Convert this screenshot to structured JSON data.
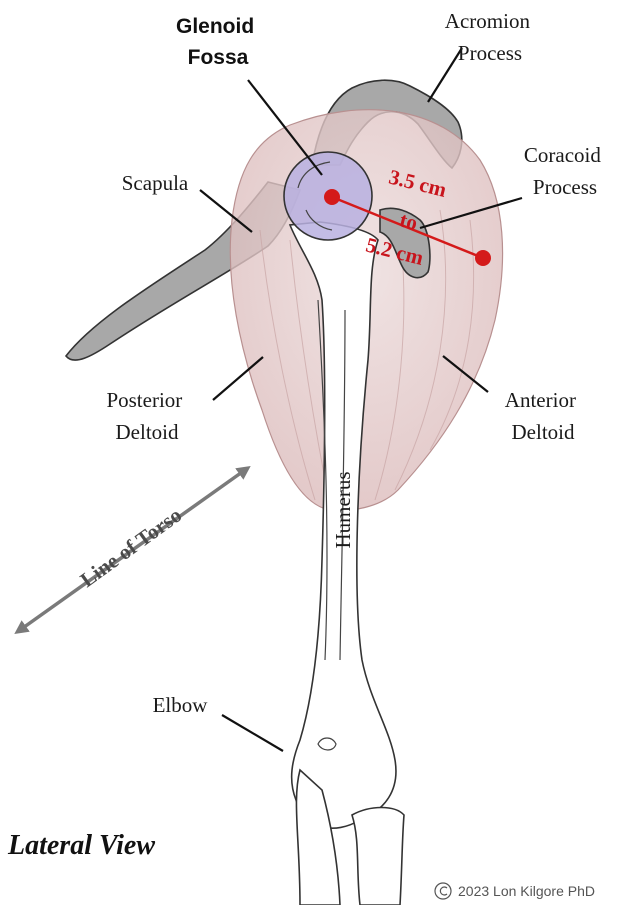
{
  "labels": {
    "glenoid_line1": "Glenoid",
    "glenoid_line2": "Fossa",
    "acromion_line1": "Acromion",
    "acromion_line2": "Process",
    "coracoid_line1": "Coracoid",
    "coracoid_line2": "Process",
    "scapula": "Scapula",
    "posterior_line1": "Posterior",
    "posterior_line2": "Deltoid",
    "anterior_line1": "Anterior",
    "anterior_line2": "Deltoid",
    "humerus": "Humerus",
    "line_of_torso": "Line of Torso",
    "elbow": "Elbow",
    "view": "Lateral View",
    "copyright": "2023 Lon Kilgore PhD"
  },
  "measurement": {
    "min": "3.5 cm",
    "connector": "to",
    "max": "5.2 cm"
  },
  "colors": {
    "deltoid": "#e8d3d3",
    "glenoid": "#b9b0e0",
    "scapula": "#a8a8a8",
    "measurement": "#d41a1a",
    "torso_arrow": "#7a7a7a"
  },
  "icons": {
    "copyright": "copyright-icon"
  }
}
